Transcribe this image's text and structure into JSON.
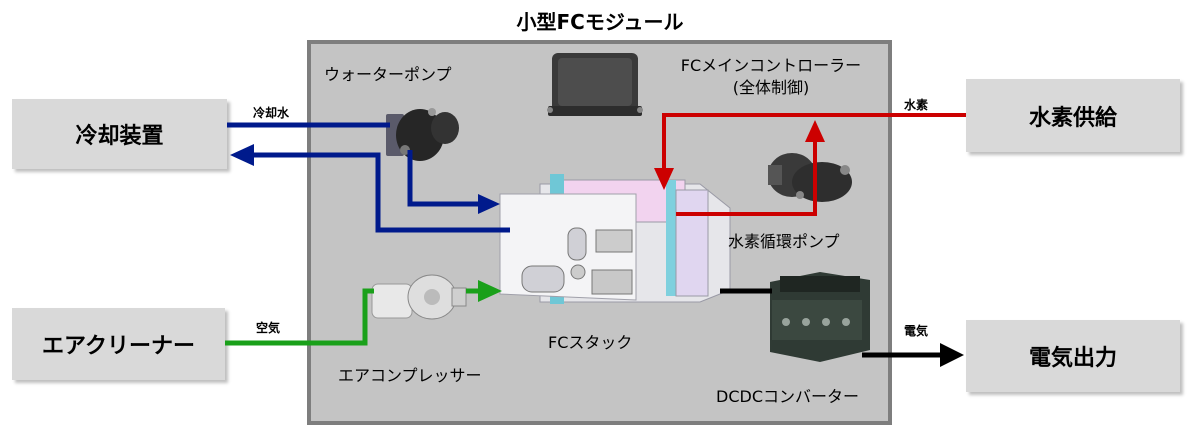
{
  "title": "小型FCモジュール",
  "external": {
    "cooling": "冷却装置",
    "hydrogen_supply": "水素供給",
    "air_cleaner": "エアクリーナー",
    "power_output": "電気出力"
  },
  "components": {
    "water_pump": "ウォーターポンプ",
    "controller_line1": "FCメインコントローラー",
    "controller_line2": "(全体制御)",
    "h2_pump": "水素循環ポンプ",
    "stack": "FCスタック",
    "compressor": "エアコンプレッサー",
    "dcdc": "DCDCコンバーター"
  },
  "flows": {
    "coolant": "冷却水",
    "hydrogen": "水素",
    "air": "空気",
    "electricity": "電気"
  },
  "colors": {
    "coolant": "#001a8c",
    "hydrogen": "#cc0000",
    "air": "#1aa01a",
    "electric": "#000000"
  }
}
